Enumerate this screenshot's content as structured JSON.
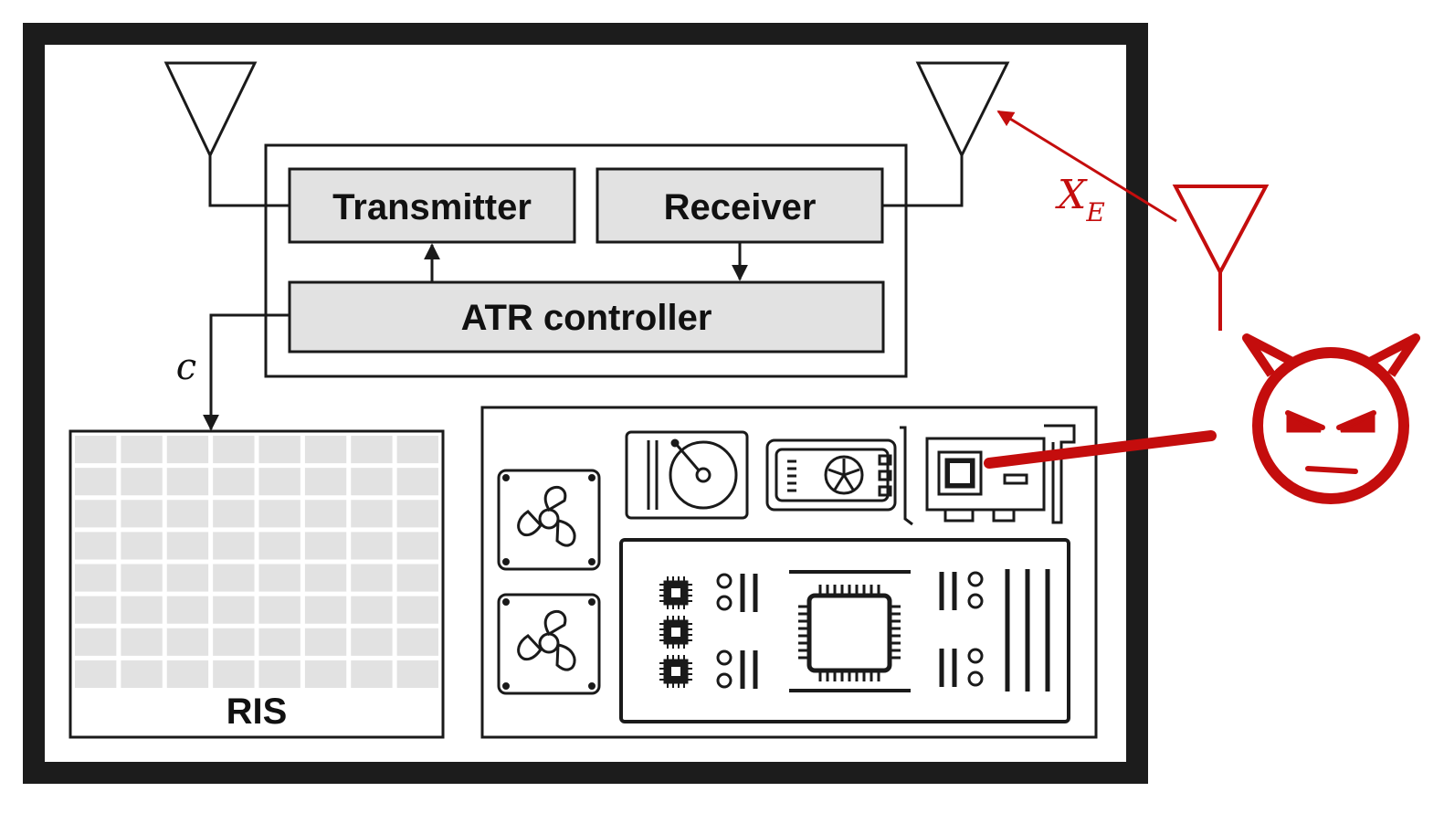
{
  "labels": {
    "transmitter": "Transmitter",
    "receiver": "Receiver",
    "atr_controller": "ATR controller",
    "ris": "RIS",
    "control_signal": "c",
    "eavesdropper_signal": "X",
    "eavesdropper_signal_sub": "E"
  },
  "colors": {
    "frame": "#1c1c1c",
    "block_fill": "#e2e2e2",
    "stroke": "#1a1a1a",
    "attacker": "#c40d0d"
  },
  "ris": {
    "rows": 8,
    "cols": 8
  },
  "icons": [
    "transmit-antenna-icon",
    "receive-antenna-icon",
    "attacker-antenna-icon",
    "devil-icon",
    "fan-icon",
    "hard-drive-icon",
    "graphics-card-icon",
    "expansion-card-icon",
    "motherboard-icon",
    "cpu-chip-icon"
  ]
}
